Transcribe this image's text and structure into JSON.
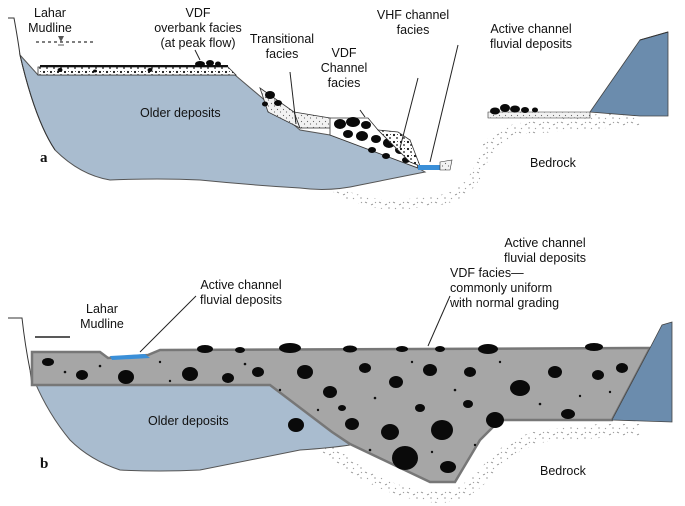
{
  "panel_a": {
    "letter": "a",
    "labels": {
      "lahar_mudline_1": "Lahar",
      "lahar_mudline_2": "Mudline",
      "vdf_overbank_1": "VDF",
      "vdf_overbank_2": "overbank facies",
      "vdf_overbank_3": "(at peak flow)",
      "transitional_1": "Transitional",
      "transitional_2": "facies",
      "vdf_channel_1": "VDF",
      "vdf_channel_2": "Channel",
      "vdf_channel_3": "facies",
      "vhf_channel_1": "VHF channel",
      "vhf_channel_2": "facies",
      "active_channel_1": "Active channel",
      "active_channel_2": "fluvial deposits",
      "older_deposits": "Older deposits",
      "bedrock": "Bedrock"
    }
  },
  "panel_b": {
    "letter": "b",
    "labels": {
      "active_channel_top_1": "Active channel",
      "active_channel_top_2": "fluvial deposits",
      "vdf_facies_1": "VDF facies—",
      "vdf_facies_2": "commonly uniform",
      "vdf_facies_3": "with normal grading",
      "active_channel_left_1": "Active channel",
      "active_channel_left_2": "fluvial deposits",
      "lahar_mudline_1": "Lahar",
      "lahar_mudline_2": "Mudline",
      "older_deposits": "Older deposits",
      "bedrock": "Bedrock"
    }
  },
  "colors": {
    "older_deposits": "#a9bccf",
    "bedrock_cliff": "#6b8cad",
    "vdf_fill": "#a6a6a6",
    "water": "#3a8fd8",
    "outline": "#333333",
    "boulder": "#0a0a0a"
  }
}
